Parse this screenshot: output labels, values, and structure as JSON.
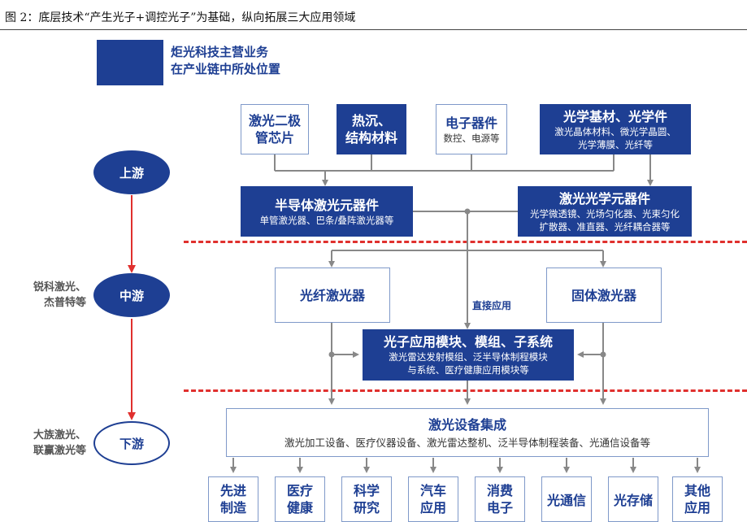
{
  "figure": {
    "title": "图 2：底层技术“产生光子+调控光子”为基础，纵向拓展三大应用领域"
  },
  "legend": {
    "label_line1": "炬光科技主营业务",
    "label_line2": "在产业链中所处位置",
    "color": "#1e3f93"
  },
  "stages": {
    "upstream": "上游",
    "midstream": "中游",
    "downstream": "下游",
    "midstream_companies_line1": "锐科激光、",
    "midstream_companies_line2": "杰普特等",
    "downstream_companies_line1": "大族激光、",
    "downstream_companies_line2": "联赢激光等"
  },
  "upstream_inputs": {
    "diode_chip": {
      "line1": "激光二极",
      "line2": "管芯片"
    },
    "thermal": {
      "line1": "热沉、",
      "line2": "结构材料"
    },
    "electronics": {
      "title": "电子器件",
      "sub": "数控、电源等"
    },
    "optical": {
      "title": "光学基材、光学件",
      "sub1": "激光晶体材料、微光学晶圆、",
      "sub2": "光学薄膜、光纤等"
    }
  },
  "upstream_components": {
    "semiconductor": {
      "title": "半导体激光元器件",
      "sub": "单管激光器、巴条/叠阵激光器等"
    },
    "laser_optics": {
      "title": "激光光学元器件",
      "sub1": "光学微透镜、光场匀化器、光束匀化",
      "sub2": "扩散器、准直器、光纤耦合器等"
    }
  },
  "midstream": {
    "fiber_laser": "光纤激光器",
    "solid_laser": "固体激光器",
    "direct_application": "直接应用",
    "modules": {
      "title": "光子应用模块、模组、子系统",
      "sub1": "激光雷达发射模组、泛半导体制程模块",
      "sub2": "与系统、医疗健康应用模块等"
    }
  },
  "downstream": {
    "integration": {
      "title": "激光设备集成",
      "sub": "激光加工设备、医疗仪器设备、激光雷达整机、泛半导体制程装备、光通信设备等"
    },
    "applications": [
      {
        "line1": "先进",
        "line2": "制造"
      },
      {
        "line1": "医疗",
        "line2": "健康"
      },
      {
        "line1": "科学",
        "line2": "研究"
      },
      {
        "line1": "汽车",
        "line2": "应用"
      },
      {
        "line1": "消费",
        "line2": "电子"
      },
      {
        "line1": "光通信",
        "line2": ""
      },
      {
        "line1": "光存储",
        "line2": ""
      },
      {
        "line1": "其他",
        "line2": "应用"
      }
    ]
  },
  "colors": {
    "brand_blue": "#1e3f93",
    "accent_red": "#e0302e",
    "border_blue": "#7f99c9",
    "connector_gray": "#888888"
  }
}
